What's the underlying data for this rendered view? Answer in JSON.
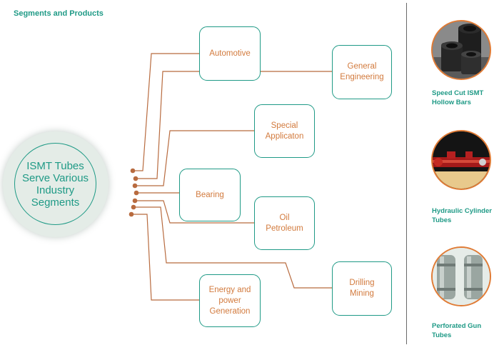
{
  "heading": "Segments and Products",
  "hub_text": [
    "ISMT Tubes",
    "Serve Various",
    "Industry",
    "Segments"
  ],
  "segments": {
    "automotive": "Automotive",
    "general_engineering": [
      "General",
      "Engineering"
    ],
    "special_application": [
      "Special",
      "Applicaton"
    ],
    "bearing": "Bearing",
    "oil_petroleum": [
      "Oil",
      "Petroleum"
    ],
    "drilling_mining": [
      "Drilling",
      "Mining"
    ],
    "energy_power": [
      "Energy and",
      "power",
      "Generation"
    ]
  },
  "products": [
    {
      "name": [
        "Speed Cut ISMT",
        "Hollow Bars"
      ],
      "icon": "hollow-bars-image"
    },
    {
      "name": [
        "Hydraulic Cylinder",
        "Tubes"
      ],
      "icon": "hydraulic-cylinder-image"
    },
    {
      "name": [
        "Perforated Gun",
        "Tubes"
      ],
      "icon": "perforated-gun-tubes-image"
    }
  ],
  "colors": {
    "teal": "#1f9a86",
    "orange": "#d27a3d",
    "connector": "#b86b3f",
    "hub_fill": "#e4ece7"
  }
}
